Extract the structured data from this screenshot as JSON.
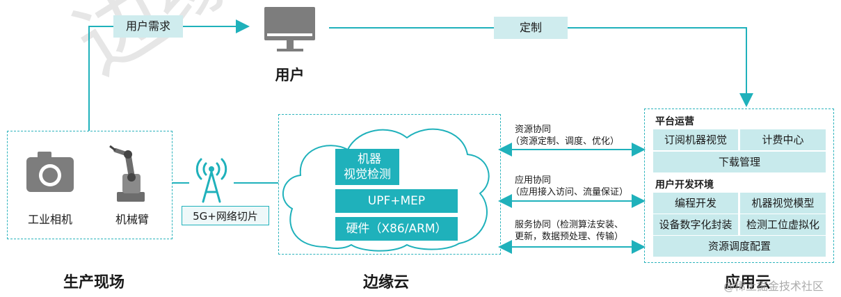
{
  "user": {
    "label": "用户"
  },
  "top": {
    "demand_tag": "用户需求",
    "custom_tag": "定制"
  },
  "site": {
    "title": "生产现场",
    "camera_label": "工业相机",
    "arm_label": "机械臂",
    "network_label": "5G+网络切片"
  },
  "edge": {
    "title": "边缘云",
    "vision_line1": "机器",
    "vision_line2": "视觉检测",
    "upf": "UPF+MEP",
    "hardware": "硬件（X86/ARM）"
  },
  "links": {
    "resource_title": "资源协同",
    "resource_detail": "（资源定制、调度、优化）",
    "app_title": "应用协同",
    "app_detail": "（应用接入访问、流量保证）",
    "service_line1": "服务协同（检测算法安装、",
    "service_line2": "更新，数据预处理、传输）"
  },
  "cloud": {
    "title": "应用云",
    "platform_head": "平台运营",
    "platform_cells": [
      "订阅机器视觉",
      "计费中心",
      "下载管理"
    ],
    "dev_head": "用户开发环境",
    "dev_cells": [
      "编程开发",
      "机器视觉模型",
      "设备数字化封装",
      "检测工位虚拟化",
      "资源调度配置"
    ]
  },
  "watermark": {
    "text": "边缘计",
    "credit": "@稀土掘金技术社区"
  },
  "colors": {
    "accent": "#1fb1bb",
    "light": "#c8eaec",
    "tag": "#cfecee"
  }
}
